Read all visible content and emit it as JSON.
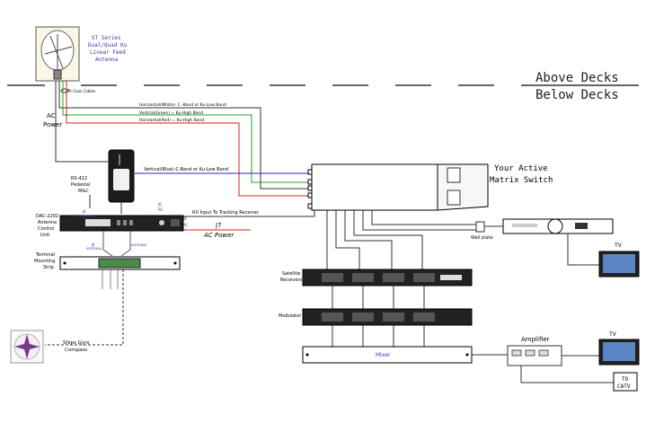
{
  "antenna": {
    "title_lines": [
      "ST Series",
      "Dual/Quad Ku",
      "Linear Feed",
      "Antenna"
    ],
    "coax_label": "Pr Coax Cables"
  },
  "decks": {
    "above": "Above Decks",
    "below": "Below Decks"
  },
  "ac_power": "AC\nPower",
  "ac_power_lines": [
    "AC",
    "Power"
  ],
  "cables": {
    "horizontal_white": "Horizontal(White)- C -Band or Ku-Low Band",
    "vertical_green": "Vertical(Green) = Ku-High Band",
    "horizontal_red": "Horizontal(Red) = Ku-High Band",
    "vertical_blue": "Vertical(Blue)-C-Band or Ku-Low Band",
    "rx_input": "RX Input To Tracking Receiver"
  },
  "pedestal_label_lines": [
    "RS-422",
    "Pedestal",
    "M&C"
  ],
  "dac_label_lines": [
    "DAC-2202",
    "Antenna",
    "Control",
    "Unit"
  ],
  "terminal_label_lines": [
    "Terminal",
    "Mounting",
    "Strip"
  ],
  "gyro_label_lines": [
    "Ships Gyro",
    "Compass"
  ],
  "j7_label": "J7",
  "ac_power_j7": "AC Power",
  "j_labels": {
    "j4_top": "J4",
    "j4_bottom": "J4",
    "j6": "J6",
    "j8": "J8"
  },
  "small_tags": {
    "antenna": "ANTENNA",
    "rx": "RF",
    "ac": "AC"
  },
  "matrix_switch_lines": [
    "Your Active",
    "Matrix Switch"
  ],
  "wall_plate": "Wall plate",
  "tv_labels": [
    "TV",
    "TV"
  ],
  "satellite_receivers_lines": [
    "Satellite",
    "Receivers"
  ],
  "modulator": "Modulator",
  "mixer": "Mixer",
  "amplifier": "Amplifier",
  "catv_lines": [
    "TO",
    "CATV"
  ]
}
